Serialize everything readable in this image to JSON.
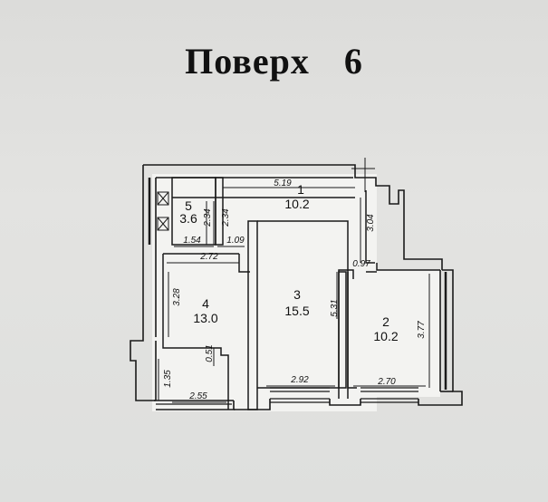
{
  "title": {
    "word": "Поверх",
    "number": "6"
  },
  "rooms": [
    {
      "number": "1",
      "area": "10.2"
    },
    {
      "number": "2",
      "area": "10.2"
    },
    {
      "number": "3",
      "area": "15.5"
    },
    {
      "number": "4",
      "area": "13.0"
    },
    {
      "number": "5",
      "area": "3.6"
    }
  ],
  "dimensions": {
    "d519": "5.19",
    "d234a": "2.34",
    "d234b": "2.34",
    "d154": "1.54",
    "d109": "1.09",
    "d272": "2.72",
    "d304": "3.04",
    "d097": "0.97",
    "d328": "3.28",
    "d531": "5.31",
    "d377": "3.77",
    "d051": "0.51",
    "d135": "1.35",
    "d255": "2.55",
    "d292": "2.92",
    "d270": "2.70"
  }
}
